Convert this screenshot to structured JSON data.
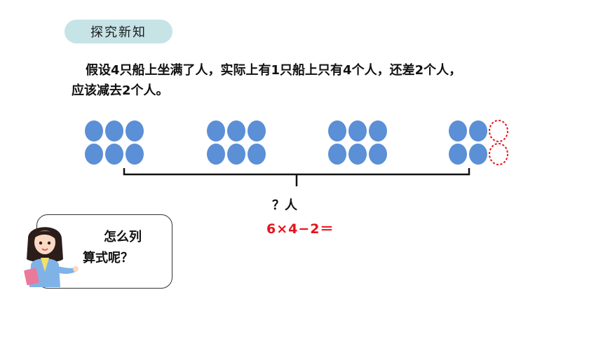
{
  "header": {
    "badge_label": "探究新知"
  },
  "problem": {
    "line1": "假设4只船上坐满了人，实际上有1只船上只有4个人，还差2个人，",
    "line2": "应该减去2个人。"
  },
  "diagram": {
    "full_boats": 3,
    "people_per_boat": 6,
    "partial_boat_people": 4,
    "missing_people": 2,
    "question_label": "？人",
    "colors": {
      "person_fill": "#5b8fd6",
      "missing_outline": "#e8121d"
    }
  },
  "formula": "6×4−2＝",
  "speech": {
    "line1": "怎么列",
    "line2": "算式呢？"
  },
  "colors": {
    "badge_bg": "#c6e3e6",
    "formula": "#e8121d",
    "person": "#5b8fd6"
  }
}
